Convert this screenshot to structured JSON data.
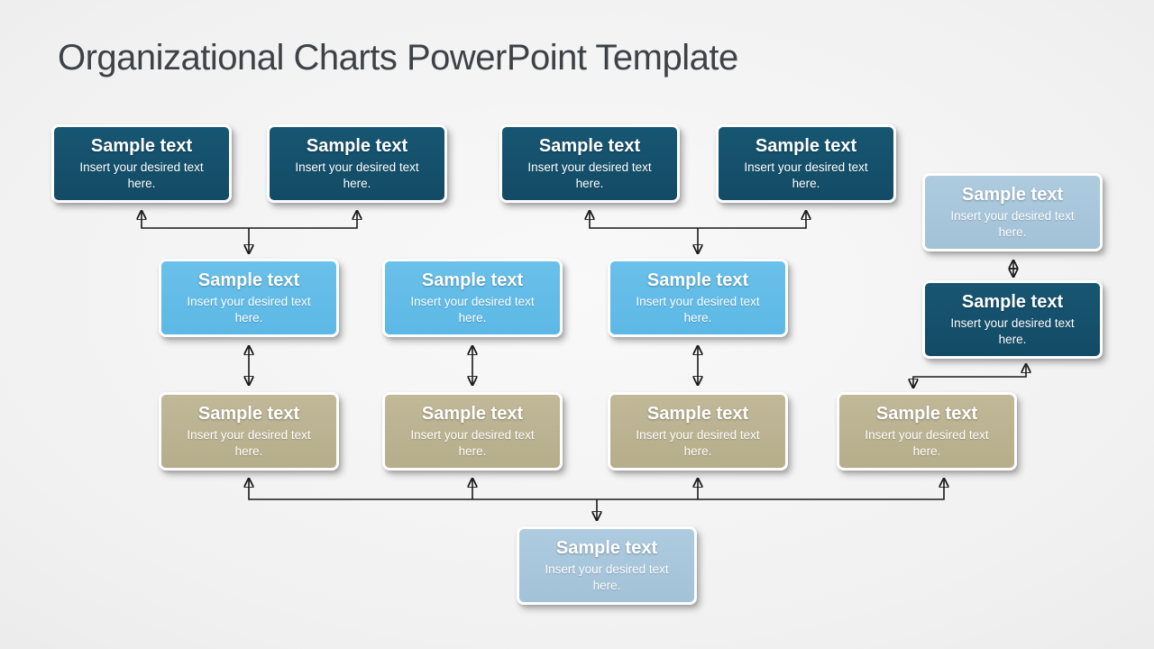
{
  "title": "Organizational Charts PowerPoint Template",
  "colors": {
    "background_edge": "#e0e0e0",
    "background_center": "#f9f9f9",
    "title_text": "#3e4247",
    "dark_blue_box": "#14506c",
    "light_blue_box": "#63bde8",
    "tan_box": "#bcb492",
    "pale_blue_box": "#a8c7dc",
    "box_border": "#fefefe",
    "box_text": "#ffffff",
    "connector": "#1a1a1a"
  },
  "nodes": [
    {
      "id": "top-1",
      "variant": "dark-blue",
      "heading": "Sample text",
      "body": "Insert your desired text here."
    },
    {
      "id": "top-2",
      "variant": "dark-blue",
      "heading": "Sample text",
      "body": "Insert your desired text here."
    },
    {
      "id": "top-3",
      "variant": "dark-blue",
      "heading": "Sample text",
      "body": "Insert your desired text here."
    },
    {
      "id": "top-4",
      "variant": "dark-blue",
      "heading": "Sample text",
      "body": "Insert your desired text here."
    },
    {
      "id": "right-upper",
      "variant": "pale-blue",
      "heading": "Sample text",
      "body": "Insert your desired text here."
    },
    {
      "id": "mid-1",
      "variant": "light-blue",
      "heading": "Sample text",
      "body": "Insert your desired text here."
    },
    {
      "id": "mid-2",
      "variant": "light-blue",
      "heading": "Sample text",
      "body": "Insert your desired text here."
    },
    {
      "id": "mid-3",
      "variant": "light-blue",
      "heading": "Sample text",
      "body": "Insert your desired text here."
    },
    {
      "id": "right-lower",
      "variant": "dark-blue",
      "heading": "Sample text",
      "body": "Insert your desired text here."
    },
    {
      "id": "low-1",
      "variant": "tan",
      "heading": "Sample text",
      "body": "Insert your desired text here."
    },
    {
      "id": "low-2",
      "variant": "tan",
      "heading": "Sample text",
      "body": "Insert your desired text here."
    },
    {
      "id": "low-3",
      "variant": "tan",
      "heading": "Sample text",
      "body": "Insert your desired text here."
    },
    {
      "id": "low-4",
      "variant": "tan",
      "heading": "Sample text",
      "body": "Insert your desired text here."
    },
    {
      "id": "bottom-1",
      "variant": "pale-blue",
      "heading": "Sample text",
      "body": "Insert your desired text here."
    }
  ],
  "connections": [
    "top-1, top-2 -> mid-1",
    "top-3, top-4 -> mid-3",
    "mid-1 <-> low-1",
    "mid-2 <-> low-2",
    "mid-3 <-> low-3",
    "right-upper <-> right-lower",
    "right-lower -> low-4",
    "low-1, low-2, low-3, low-4 -> bottom-1"
  ]
}
